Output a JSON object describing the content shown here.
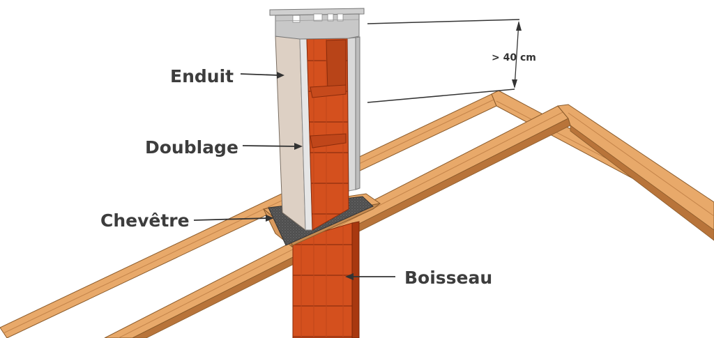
{
  "labels": {
    "enduit": "Enduit",
    "doublage": "Doublage",
    "chevetre": "Chevêtre",
    "boisseau": "Boisseau",
    "dimension": "> 40 cm"
  },
  "colors": {
    "wood": "#e8a96a",
    "wood_dark": "#b8743a",
    "brick": "#d4501e",
    "brick_dark": "#a83810",
    "render": "#ddd0c4",
    "cap": "#c8c8c8",
    "hearth": "#555555"
  }
}
